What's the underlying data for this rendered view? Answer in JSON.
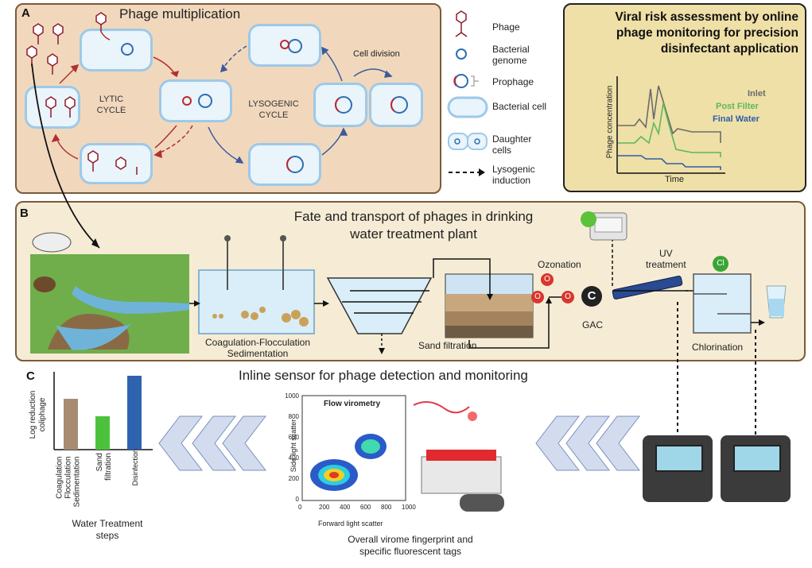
{
  "panel_a": {
    "letter": "A",
    "title": "Phage multiplication",
    "lytic_label_1": "LYTIC",
    "lytic_label_2": "CYCLE",
    "lysogenic_label_1": "LYSOGENIC",
    "lysogenic_label_2": "CYCLE",
    "cell_division": "Cell division"
  },
  "legend": {
    "phage": "Phage",
    "bacterial_genome_1": "Bacterial",
    "bacterial_genome_2": "genome",
    "prophage": "Prophage",
    "bacterial_cell": "Bacterial cell",
    "daughter_cells_1": "Daughter",
    "daughter_cells_2": "cells",
    "lysogenic_induction_1": "Lysogenic",
    "lysogenic_induction_2": "induction"
  },
  "risk": {
    "title_1": "Viral risk assessment by online",
    "title_2": "phage monitoring for precision",
    "title_3": "disinfectant application",
    "ylabel": "Phage concentration",
    "xlabel": "Time",
    "series_inlet": "Inlet",
    "series_post_filter": "Post Filter",
    "series_final": "Final Water",
    "color_inlet": "#6b6b6b",
    "color_post_filter": "#5cb85c",
    "color_final": "#2f5ea8"
  },
  "panel_b": {
    "letter": "B",
    "title_1": "Fate and transport of phages in drinking",
    "title_2": "water treatment plant",
    "coag_1": "Coagulation-Flocculation",
    "coag_2": "Sedimentation",
    "sand": "Sand filtration",
    "ozonation": "Ozonation",
    "ozone_symbol": "O",
    "gac": "GAC",
    "gac_symbol": "C",
    "uv_1": "UV",
    "uv_2": "treatment",
    "chlorination": "Chlorination",
    "cl_symbol": "Cl"
  },
  "panel_c": {
    "letter": "C",
    "title": "Inline sensor for phage detection and monitoring",
    "bar_ylabel_1": "Log reduction",
    "bar_ylabel_2": "coliphage",
    "bar_cat_1_a": "Coagulation",
    "bar_cat_1_b": "Flocculation",
    "bar_cat_1_c": "Sedimentation",
    "bar_cat_2_a": "Sand",
    "bar_cat_2_b": "filtration",
    "bar_cat_3": "Disinfection",
    "steps_1": "Water Treatment",
    "steps_2": "steps",
    "flow_title": "Flow virometry",
    "flow_ylabel": "Side light scatter",
    "flow_xlabel": "Forward light scatter",
    "flow_ticks_x": [
      "0",
      "200",
      "400",
      "600",
      "800",
      "1000"
    ],
    "flow_ticks_y": [
      "0",
      "200",
      "400",
      "600",
      "800",
      "1000"
    ],
    "fingerprint_1": "Overall virome fingerprint and",
    "fingerprint_2": "specific fluorescent tags",
    "bar_colors": [
      "#a88c72",
      "#4cc23c",
      "#2f63b0"
    ]
  }
}
